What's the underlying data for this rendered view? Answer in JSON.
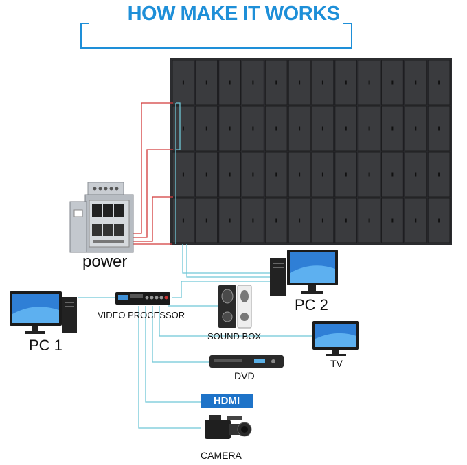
{
  "title": "HOW MAKE IT WORKS",
  "labels": {
    "power": "power",
    "pc1": "PC 1",
    "pc2": "PC 2",
    "video_processor": "VIDEO PROCESSOR",
    "sound_box": "SOUND BOX",
    "tv": "TV",
    "dvd": "DVD",
    "hdmi": "HDMI",
    "camera": "CAMERA"
  },
  "colors": {
    "title": "#1e8fd8",
    "bracket": "#1e8fd8",
    "cable_signal": "#6fc7d6",
    "cable_power": "#d23a3a",
    "panel": "#3a3b3e",
    "hdmi_bg": "#1e73c8"
  },
  "led_wall": {
    "rows": 4,
    "columns": 12
  }
}
